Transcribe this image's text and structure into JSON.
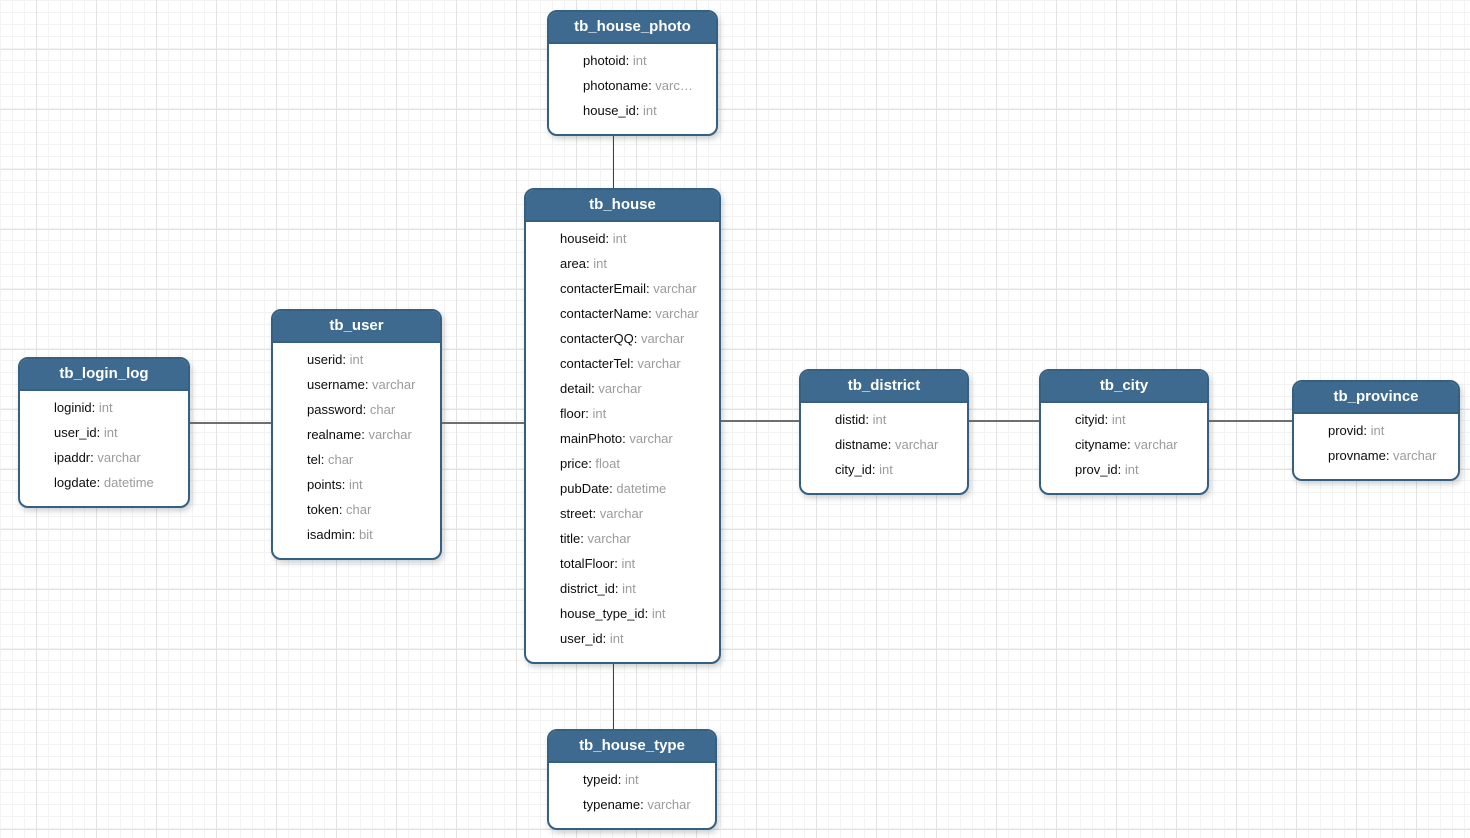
{
  "diagram": {
    "colors": {
      "table_header": "#3d6a8e",
      "table_border": "#35607f",
      "field_name_text": "#0c0c0c",
      "field_type_text": "#9b9b9b",
      "connector": "#6e6e6e",
      "grid_minor": "#f3f3f3",
      "grid_major": "#e2e2e2"
    },
    "tables": [
      {
        "id": "tb_house_photo",
        "name": "tb_house_photo",
        "fields": [
          {
            "name": "photoid",
            "type": "int"
          },
          {
            "name": "photoname",
            "type": "varc…"
          },
          {
            "name": "house_id",
            "type": "int"
          }
        ]
      },
      {
        "id": "tb_house",
        "name": "tb_house",
        "fields": [
          {
            "name": "houseid",
            "type": "int"
          },
          {
            "name": "area",
            "type": "int"
          },
          {
            "name": "contacterEmail",
            "type": "varchar"
          },
          {
            "name": "contacterName",
            "type": "varchar"
          },
          {
            "name": "contacterQQ",
            "type": "varchar"
          },
          {
            "name": "contacterTel",
            "type": "varchar"
          },
          {
            "name": "detail",
            "type": "varchar"
          },
          {
            "name": "floor",
            "type": "int"
          },
          {
            "name": "mainPhoto",
            "type": "varchar"
          },
          {
            "name": "price",
            "type": "float"
          },
          {
            "name": "pubDate",
            "type": "datetime"
          },
          {
            "name": "street",
            "type": "varchar"
          },
          {
            "name": "title",
            "type": "varchar"
          },
          {
            "name": "totalFloor",
            "type": "int"
          },
          {
            "name": "district_id",
            "type": "int"
          },
          {
            "name": "house_type_id",
            "type": "int"
          },
          {
            "name": "user_id",
            "type": "int"
          }
        ]
      },
      {
        "id": "tb_user",
        "name": "tb_user",
        "fields": [
          {
            "name": "userid",
            "type": "int"
          },
          {
            "name": "username",
            "type": "varchar"
          },
          {
            "name": "password",
            "type": "char"
          },
          {
            "name": "realname",
            "type": "varchar"
          },
          {
            "name": "tel",
            "type": "char"
          },
          {
            "name": "points",
            "type": "int"
          },
          {
            "name": "token",
            "type": "char"
          },
          {
            "name": "isadmin",
            "type": "bit"
          }
        ]
      },
      {
        "id": "tb_login_log",
        "name": "tb_login_log",
        "fields": [
          {
            "name": "loginid",
            "type": "int"
          },
          {
            "name": "user_id",
            "type": "int"
          },
          {
            "name": "ipaddr",
            "type": "varchar"
          },
          {
            "name": "logdate",
            "type": "datetime"
          }
        ]
      },
      {
        "id": "tb_district",
        "name": "tb_district",
        "fields": [
          {
            "name": "distid",
            "type": "int"
          },
          {
            "name": "distname",
            "type": "varchar"
          },
          {
            "name": "city_id",
            "type": "int"
          }
        ]
      },
      {
        "id": "tb_city",
        "name": "tb_city",
        "fields": [
          {
            "name": "cityid",
            "type": "int"
          },
          {
            "name": "cityname",
            "type": "varchar"
          },
          {
            "name": "prov_id",
            "type": "int"
          }
        ]
      },
      {
        "id": "tb_province",
        "name": "tb_province",
        "fields": [
          {
            "name": "provid",
            "type": "int"
          },
          {
            "name": "provname",
            "type": "varchar"
          }
        ]
      },
      {
        "id": "tb_house_type",
        "name": "tb_house_type",
        "fields": [
          {
            "name": "typeid",
            "type": "int"
          },
          {
            "name": "typename",
            "type": "varchar"
          }
        ]
      }
    ],
    "relationships": [
      {
        "from": "tb_house_photo",
        "to": "tb_house"
      },
      {
        "from": "tb_house",
        "to": "tb_house_type"
      },
      {
        "from": "tb_login_log",
        "to": "tb_user"
      },
      {
        "from": "tb_user",
        "to": "tb_house"
      },
      {
        "from": "tb_house",
        "to": "tb_district"
      },
      {
        "from": "tb_district",
        "to": "tb_city"
      },
      {
        "from": "tb_city",
        "to": "tb_province"
      }
    ]
  }
}
